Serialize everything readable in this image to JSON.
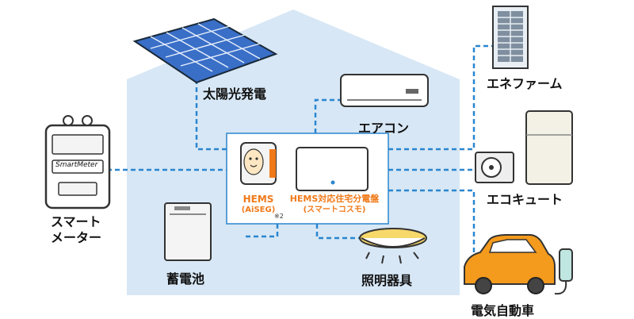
{
  "labels": {
    "solar": "太陽光発電",
    "aircon": "エアコン",
    "enefarm": "エネファーム",
    "ecocute": "エコキュート",
    "smart_meter_l1": "スマート",
    "smart_meter_l2": "メーター",
    "battery": "蓄電池",
    "lighting": "照明器具",
    "ev": "電気自動車",
    "hems_title": "HEMS",
    "hems_sub": "(AiSEG)",
    "hems_note": "※2",
    "panel_title": "HEMS対応住宅分電盤",
    "panel_sub": "(スマートコスモ)",
    "meter_screen": "SmartMeter"
  },
  "colors": {
    "house_fill": "#d7e7f5",
    "line": "#2a86cf",
    "accent": "#f07a1a",
    "car": "#f49a1c",
    "lamp": "#f7d86a",
    "solar_cell": "#3a6fc8"
  }
}
